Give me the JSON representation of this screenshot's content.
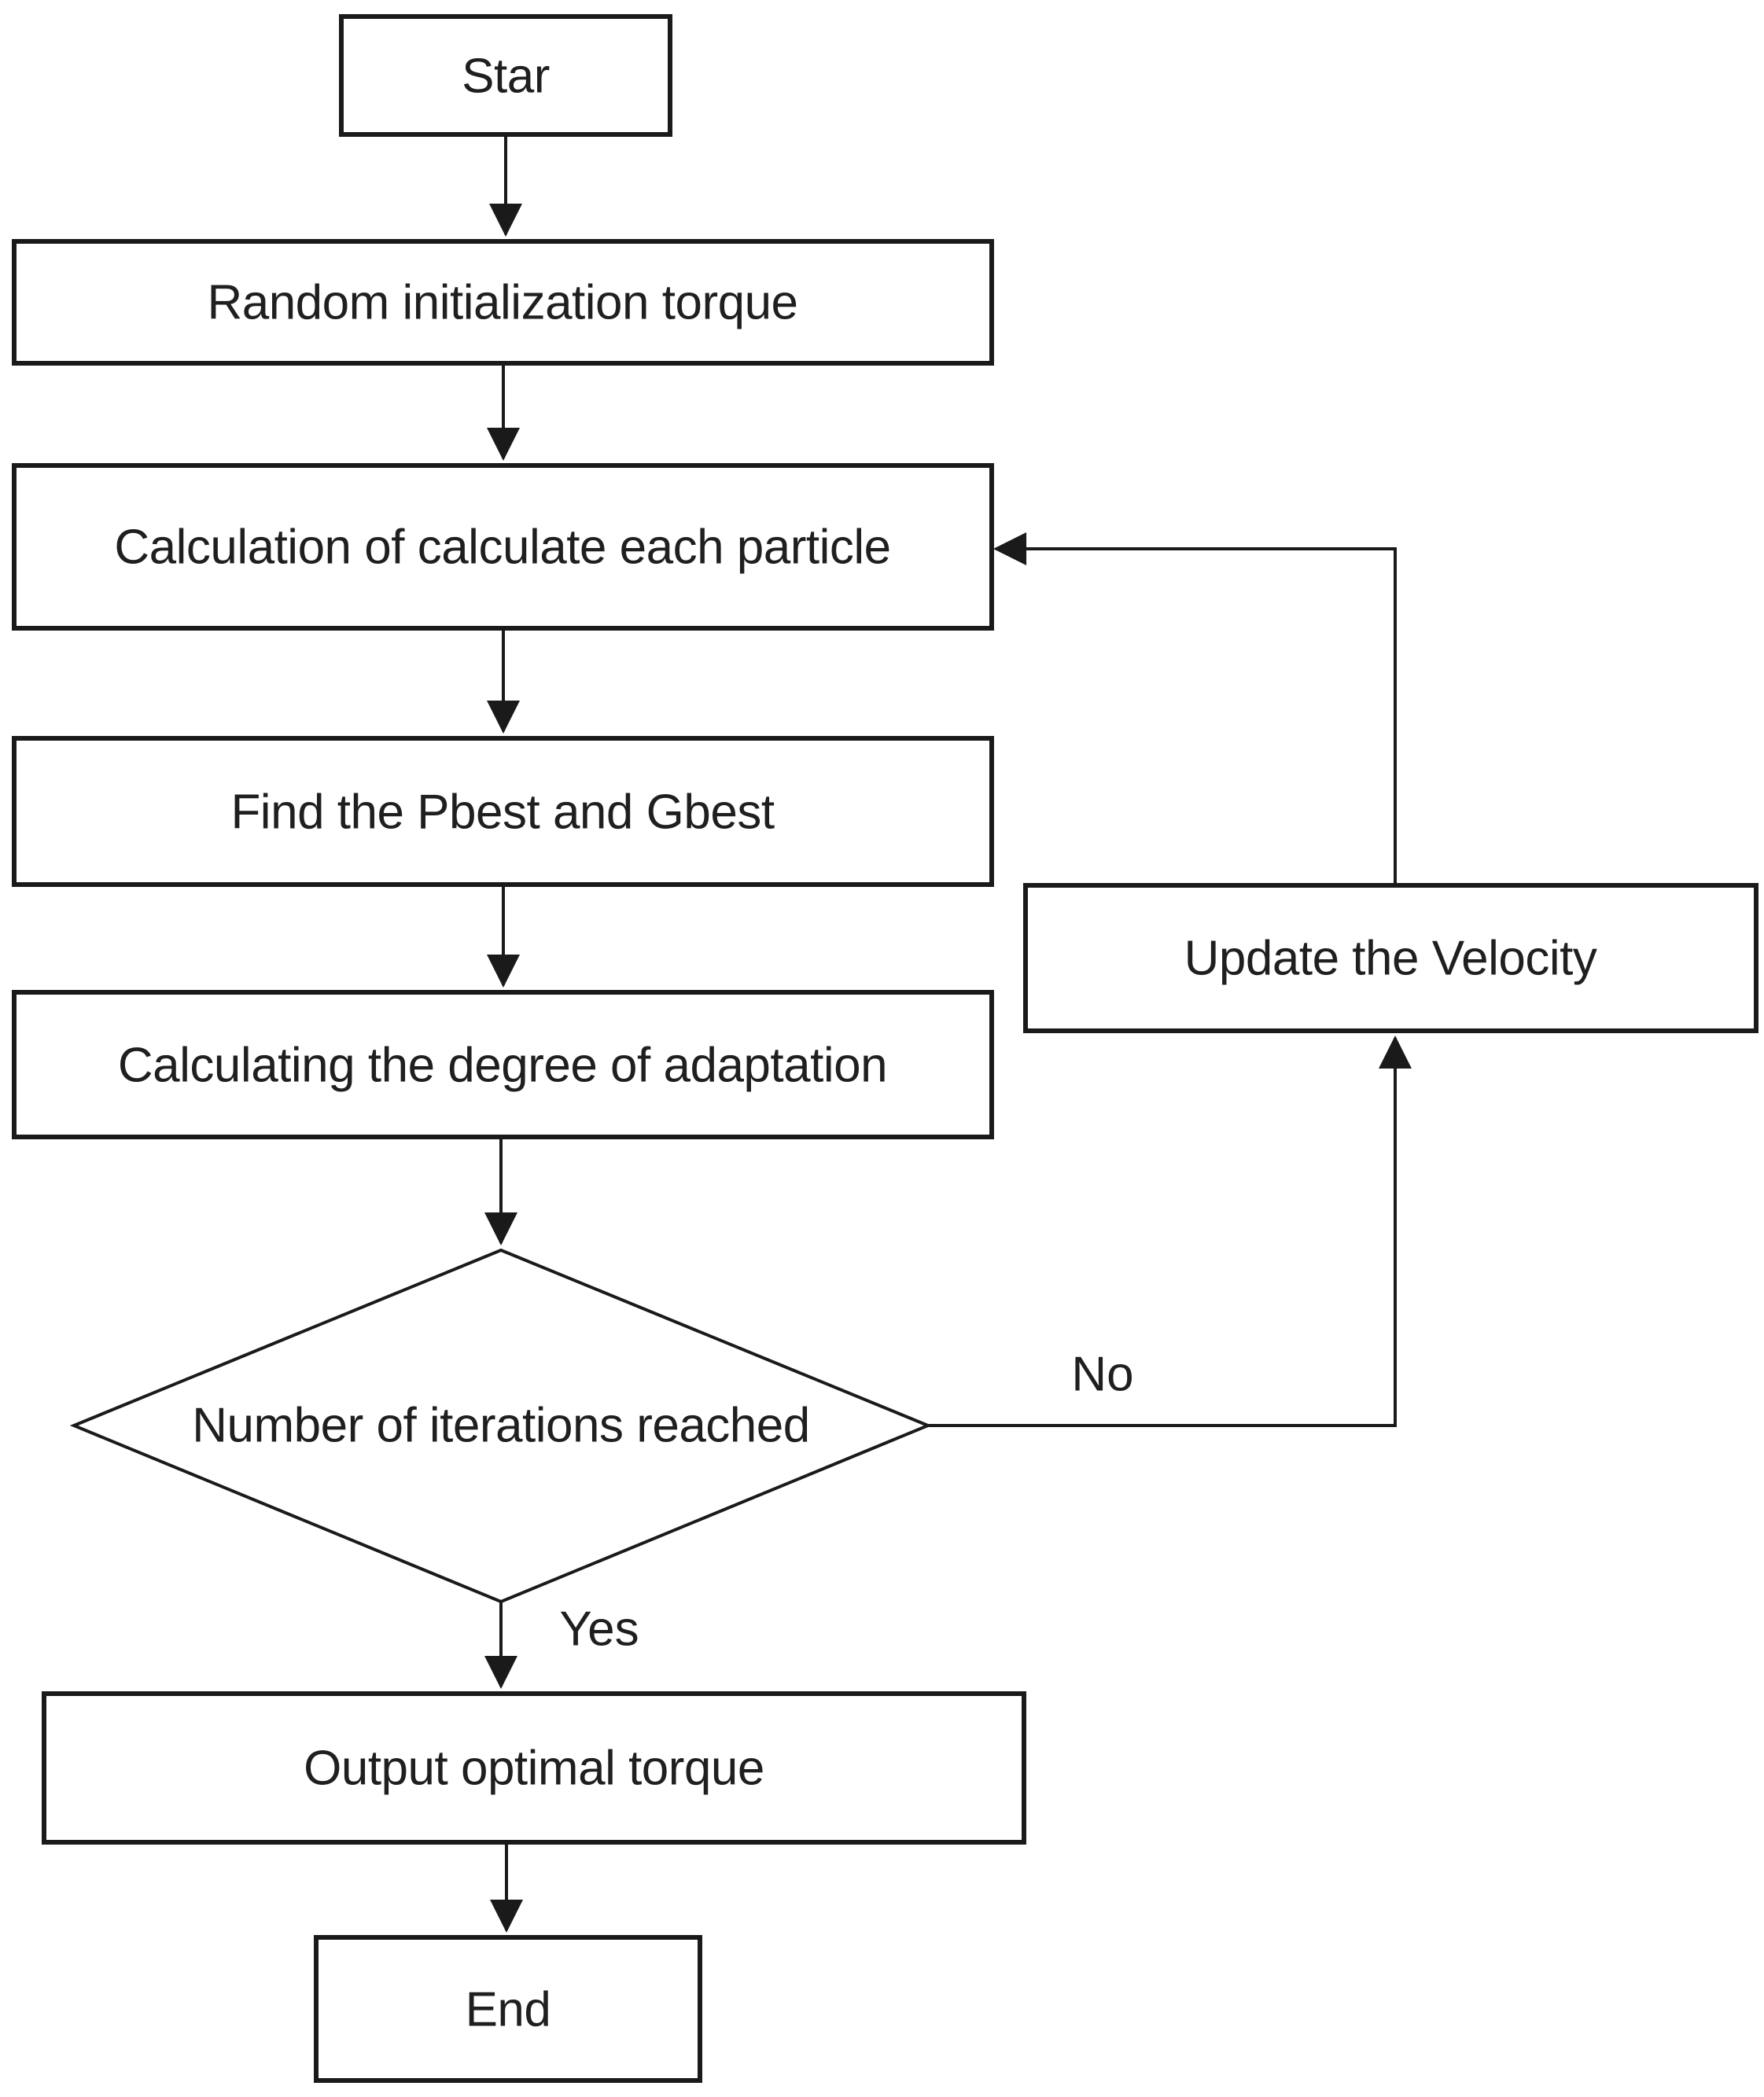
{
  "diagram": {
    "type": "flowchart",
    "description": "Particle swarm optimization torque flowchart",
    "colors": {
      "stroke": "#1a1a1a",
      "node_fill": "#ffffff",
      "text": "#1f1f1f",
      "background": "#ffffff"
    },
    "nodes": {
      "start": {
        "label": "Star",
        "shape": "rect"
      },
      "random_init": {
        "label": "Random initialization torque",
        "shape": "rect"
      },
      "calc_particle": {
        "label": "Calculation of calculate each particle",
        "shape": "rect"
      },
      "find_best": {
        "label": "Find the Pbest and Gbest",
        "shape": "rect"
      },
      "calc_adaptation": {
        "label": "Calculating the degree of adaptation",
        "shape": "rect"
      },
      "iteration_check": {
        "label": "Number of iterations reached",
        "shape": "diamond"
      },
      "update_velocity": {
        "label": "Update the Velocity",
        "shape": "rect"
      },
      "output_torque": {
        "label": "Output optimal torque",
        "shape": "rect"
      },
      "end": {
        "label": "End",
        "shape": "rect"
      }
    },
    "edge_labels": {
      "yes": "Yes",
      "no": "No"
    },
    "edges": [
      {
        "from": "start",
        "to": "random_init",
        "label": ""
      },
      {
        "from": "random_init",
        "to": "calc_particle",
        "label": ""
      },
      {
        "from": "calc_particle",
        "to": "find_best",
        "label": ""
      },
      {
        "from": "find_best",
        "to": "calc_adaptation",
        "label": ""
      },
      {
        "from": "calc_adaptation",
        "to": "iteration_check",
        "label": ""
      },
      {
        "from": "iteration_check",
        "to": "output_torque",
        "label": "Yes"
      },
      {
        "from": "iteration_check",
        "to": "update_velocity",
        "label": "No"
      },
      {
        "from": "update_velocity",
        "to": "calc_particle",
        "label": ""
      },
      {
        "from": "output_torque",
        "to": "end",
        "label": ""
      }
    ]
  }
}
